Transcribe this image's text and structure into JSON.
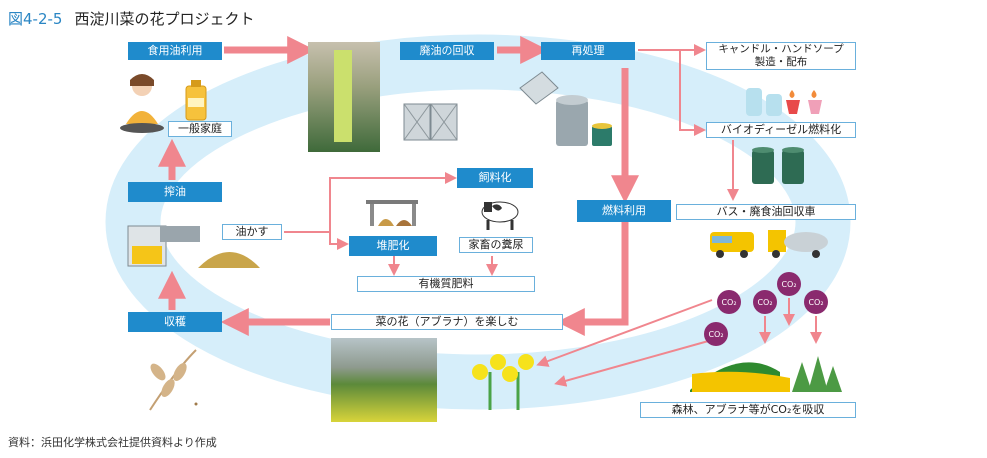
{
  "title": {
    "figure_number": "図4-2-5",
    "text": "西淀川菜の花プロジェクト"
  },
  "nodes": {
    "edible_oil": "食用油利用",
    "household": "一般家庭",
    "waste_oil_collection": "廃油の回収",
    "reprocessing": "再処理",
    "candle_soap": "キャンドル・ハンドソープ\n製造・配布",
    "biodiesel": "バイオディーゼル燃料化",
    "fuel_use": "燃料利用",
    "bus_truck": "バス・廃食油回収車",
    "press_oil": "搾油",
    "oil_cake": "油かす",
    "feed": "飼料化",
    "compost": "堆肥化",
    "manure": "家畜の糞尿",
    "organic_fertilizer": "有機質肥料",
    "harvest": "収穫",
    "rapeseed": "菜の花（アブラナ）を楽しむ",
    "forest": "森林、アブラナ等がCO₂を吸収",
    "co2": "CO₂"
  },
  "source": "資料：浜田化学株式会社提供資料より作成",
  "colors": {
    "blue": "#1f8bcc",
    "arrow": "#f0868e",
    "ellipse": "#d6eefa"
  }
}
